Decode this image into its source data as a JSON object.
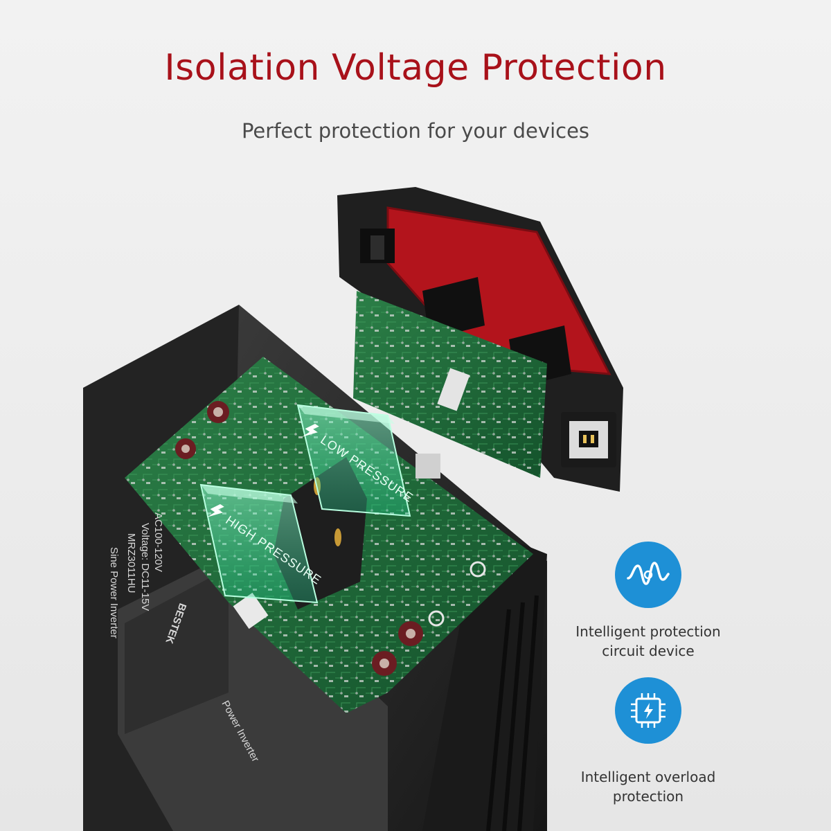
{
  "header": {
    "title": "Isolation Voltage Protection",
    "subtitle": "Perfect protection for your devices"
  },
  "board_labels": {
    "low": "LOW PRESSURE",
    "high": "HIGH PRESSURE"
  },
  "device_print": {
    "brand": "BESTEK",
    "model_line": "Sine Power Inverter",
    "model": "MRZ3011HU",
    "voltage": "Voltage: DC11-15V",
    "ac": "AC100-120V",
    "curve_text": "Power Inverter"
  },
  "features": [
    {
      "icon": "wave-icon",
      "line1": "Intelligent protection",
      "line2": "circuit device"
    },
    {
      "icon": "chip-bolt-icon",
      "line1": "Intelligent overload",
      "line2": "protection"
    }
  ],
  "colors": {
    "title_red": "#a8111a",
    "icon_blue": "#1e90d6",
    "pcb_green": "#1f6b3a",
    "housing": "#2a2a2a",
    "accent_red": "#b3141c"
  }
}
